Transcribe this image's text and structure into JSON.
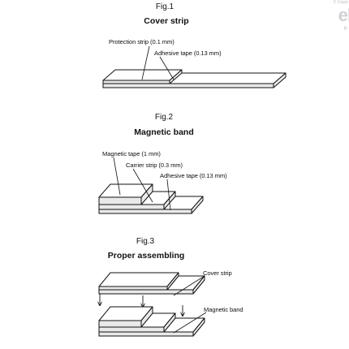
{
  "figures": [
    {
      "fig": "Fig.1",
      "title": "Cover strip",
      "labels": [
        "Protection strip (0.1 mm)",
        "Adhesive tape (0.13 mm)"
      ]
    },
    {
      "fig": "Fig.2",
      "title": "Magnetic band",
      "labels": [
        "Magnetic tape (1 mm)",
        "Carrier strip (0.3 mm)",
        "Adhesive tape (0.13 mm)"
      ]
    },
    {
      "fig": "Fig.3",
      "title": "Proper assembling",
      "labels": [
        "Cover strip",
        "Magnetic band"
      ]
    }
  ],
  "watermark": {
    "logo_text": "el",
    "copyright": "© Copyr",
    "mark": "e"
  },
  "colors": {
    "line": "#111111",
    "face": "#ffffff",
    "side": "#e9e9e9"
  }
}
